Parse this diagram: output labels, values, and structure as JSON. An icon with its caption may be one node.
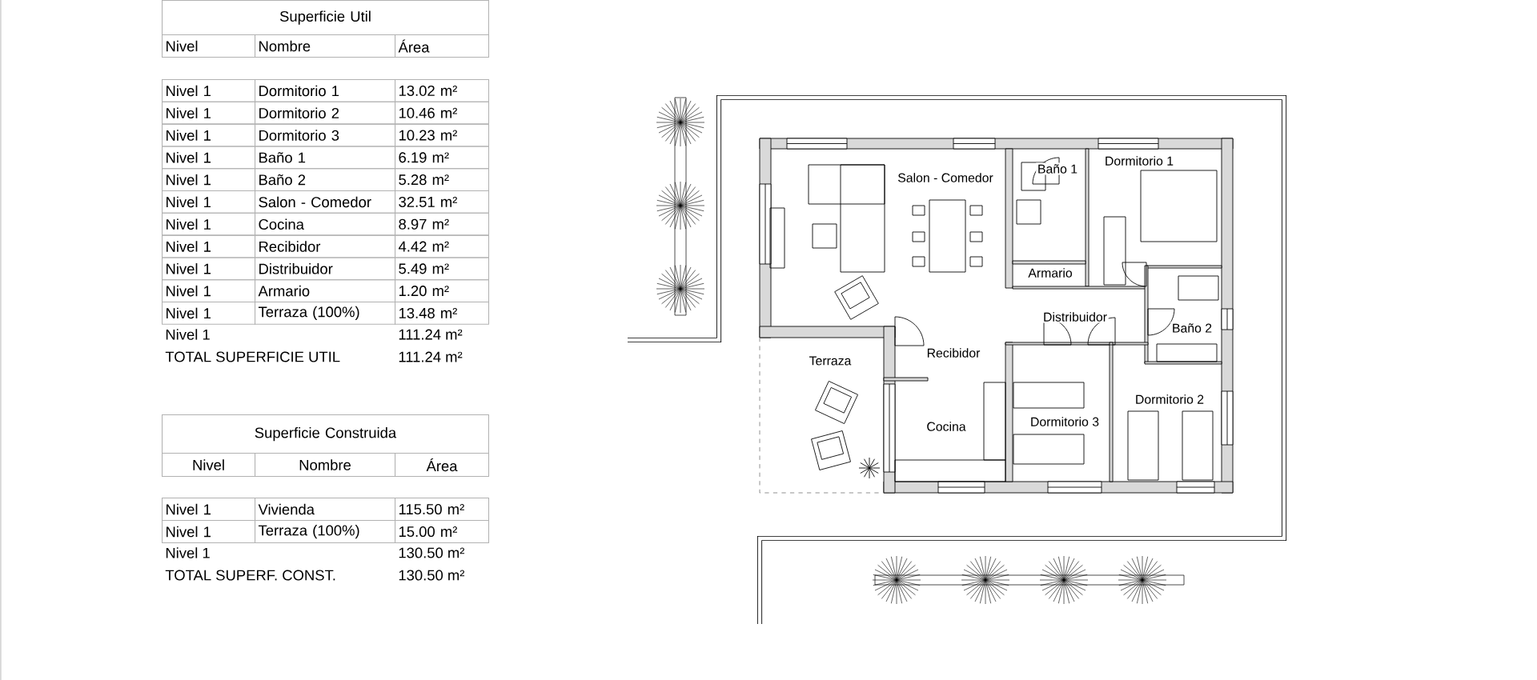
{
  "diagram": {
    "nodes": [
      {
        "text": [
          "Salon - Comedor"
        ]
      },
      {
        "text": [
          "Baño 1"
        ]
      },
      {
        "text": [
          "Dormitorio 1"
        ]
      },
      {
        "text": [
          "Armario"
        ]
      },
      {
        "text": [
          "Distribuidor"
        ]
      },
      {
        "text": [
          "Baño 2"
        ]
      },
      {
        "text": [
          "Terraza"
        ]
      },
      {
        "text": [
          "Recibidor"
        ]
      },
      {
        "text": [
          "Cocina"
        ]
      },
      {
        "text": [
          "Dormitorio 3"
        ]
      },
      {
        "text": [
          "Dormitorio 2"
        ]
      }
    ],
    "labels": [
      "Superficie Util",
      "Nivel",
      "Nombre",
      "Área",
      "Nivel 1",
      "Dormitorio 1",
      "13.02 m²",
      "Nivel 1",
      "Dormitorio 2",
      "10.46 m²",
      "Nivel 1",
      "Dormitorio 3",
      "10.23 m²",
      "Nivel 1",
      "Baño 1",
      "6.19 m²",
      "Nivel 1",
      "Baño 2",
      "5.28 m²",
      "Nivel 1",
      "Salon - Comedor",
      "32.51 m²",
      "Nivel 1",
      "Cocina",
      "8.97 m²",
      "Nivel 1",
      "Recibidor",
      "4.42 m²",
      "Nivel 1",
      "Distribuidor",
      "5.49 m²",
      "Nivel 1",
      "Armario",
      "1.20 m²",
      "Nivel 1",
      "Terraza (100%)",
      "13.48 m²",
      "Nivel 1",
      "111.24 m²",
      "TOTAL SUPERFICIE UTIL",
      "111.24 m²",
      "Superficie Construida",
      "Nivel",
      "Nombre",
      "Área",
      "Nivel 1",
      "Vivienda",
      "115.50 m²",
      "Nivel 1",
      "Terraza (100%)",
      "15.00 m²",
      "Nivel 1",
      "130.50 m²",
      "TOTAL SUPERF. CONST.",
      "130.50 m²"
    ]
  }
}
